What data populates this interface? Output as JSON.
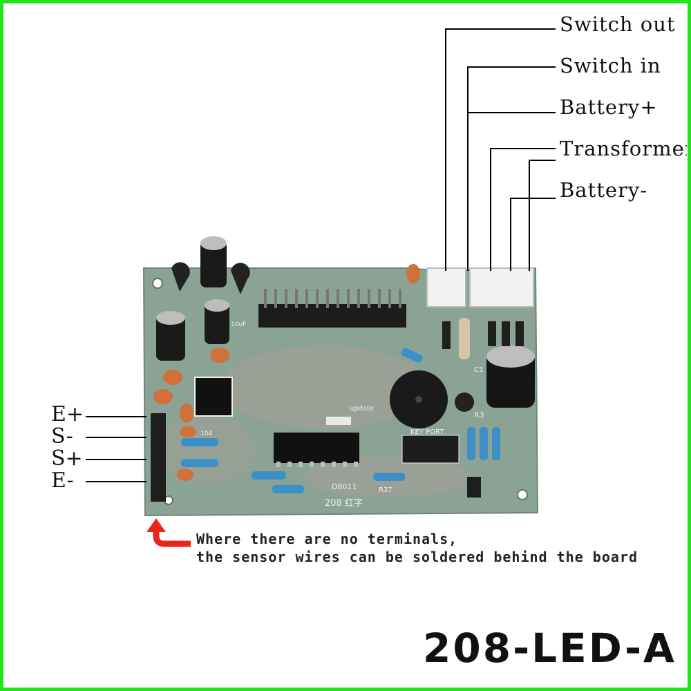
{
  "connector_labels": [
    "Switch out",
    "Switch in",
    "Battery+",
    "Transformer",
    "Battery-"
  ],
  "sensor_labels": [
    "E+",
    "S-",
    "S+",
    "E-"
  ],
  "note": {
    "line1": "Where there are no terminals,",
    "line2": "the sensor wires can be soldered behind the board"
  },
  "model": "208-LED-A",
  "silkscreen": {
    "update": "update",
    "key_port": "KEY PORT",
    "chip": "D8011",
    "board_id": "208 红字",
    "r_label": "R3",
    "r37": "R37",
    "cap104": "104",
    "c1": "C1",
    "cap10uf": "10uF"
  },
  "colors": {
    "frame": "#22e51c",
    "board": "#8aa394",
    "arrow": "#e8261c"
  }
}
